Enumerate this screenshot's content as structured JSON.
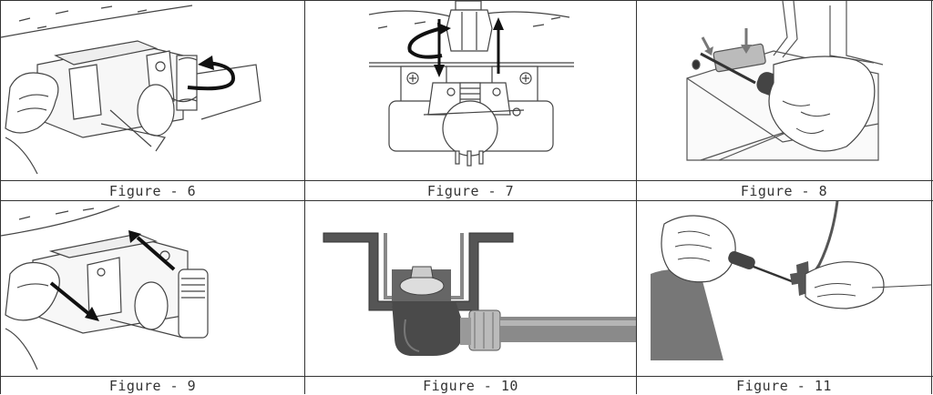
{
  "figures": [
    {
      "caption": "Figure - 6"
    },
    {
      "caption": "Figure - 7"
    },
    {
      "caption": "Figure - 8"
    },
    {
      "caption": "Figure - 9"
    },
    {
      "caption": "Figure - 10"
    },
    {
      "caption": "Figure - 11"
    }
  ]
}
